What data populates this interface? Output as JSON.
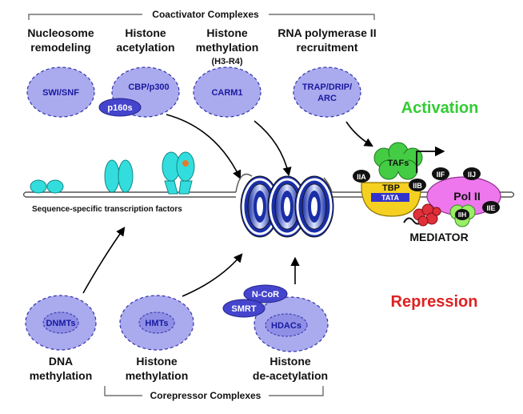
{
  "coactivator_title": "Coactivator Complexes",
  "corepressor_title": "Corepressor Complexes",
  "top_labels": {
    "nucleosome": [
      "Nucleosome",
      "remodeling"
    ],
    "acetylation": [
      "Histone",
      "acetylation"
    ],
    "methylation": [
      "Histone",
      "methylation"
    ],
    "methylation_sub": "(H3-R4)",
    "polymerase": [
      "RNA polymerase II",
      "recruitment"
    ]
  },
  "coactivators": {
    "swi": "SWI/SNF",
    "cbp": "CBP/p300",
    "p160": "p160s",
    "carm": "CARM1",
    "trap": [
      "TRAP/DRIP/",
      "ARC"
    ]
  },
  "activation": "Activation",
  "repression": "Repression",
  "tf_label": "Sequence-specific transcription factors",
  "mediator": "MEDIATOR",
  "gtf": {
    "tafs": "TAFs",
    "tbp": "TBP",
    "tata": "TATA",
    "iia": "IIA",
    "iib": "IIB",
    "iif": "IIF",
    "iij": "IIJ",
    "iie": "IIE",
    "iih": "IIH",
    "pol2": "Pol II"
  },
  "corepressors": {
    "dnmt": "DNMTs",
    "hmt": "HMTs",
    "hdac": "HDACs",
    "ncor": "N-CoR",
    "smrt": "SMRT"
  },
  "bottom_labels": {
    "dna": [
      "DNA",
      "methylation"
    ],
    "histone_meth": [
      "Histone",
      "methylation"
    ],
    "deacetyl": [
      "Histone",
      "de-acetylation"
    ]
  },
  "colors": {
    "activation": "#33cc33",
    "repression": "#dd2222",
    "oval_fill": "#aaaaee",
    "oval_inner": "#8f8fe6",
    "cofactor": "#4444cc",
    "tf": "#33dddd",
    "taf": "#44cc44",
    "tbp": "#f5d020",
    "pol2": "#ee77ee",
    "mediator": "#e0303a",
    "iih": "#99ee66"
  }
}
